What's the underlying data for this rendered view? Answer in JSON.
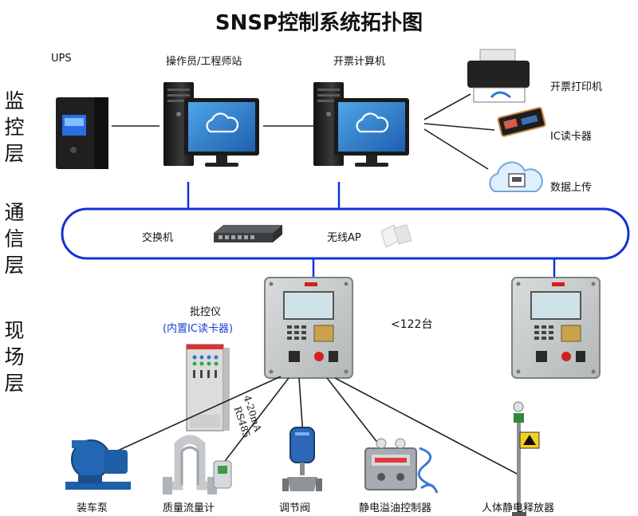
{
  "title": "SNSP控制系统拓扑图",
  "layers": {
    "monitor": [
      "监",
      "控",
      "层"
    ],
    "comm": [
      "通",
      "信",
      "层"
    ],
    "field": [
      "现",
      "场",
      "层"
    ]
  },
  "monitor": {
    "ups": "UPS",
    "operator": "操作员/工程师站",
    "ticket_pc": "开票计算机",
    "printer": "开票打印机",
    "ic_reader": "IC读卡器",
    "upload": "数据上传"
  },
  "comm": {
    "switch": "交换机",
    "wireless_ap": "无线AP"
  },
  "field": {
    "controller": "批控仪",
    "controller_note": "(内置IC读卡器)",
    "count": "<122台",
    "signal_1": "4-20mA",
    "signal_2": "RS485",
    "pump": "装车泵",
    "flowmeter": "质量流量计",
    "valve": "调节阀",
    "overflow": "静电溢油控制器",
    "static": "人体静电释放器"
  },
  "colors": {
    "ring": "#1530d8",
    "cabinet": "#c9cbca",
    "pump": "#1e5fa5",
    "valve": "#2c67b8",
    "overflow": "#a7acb3"
  }
}
